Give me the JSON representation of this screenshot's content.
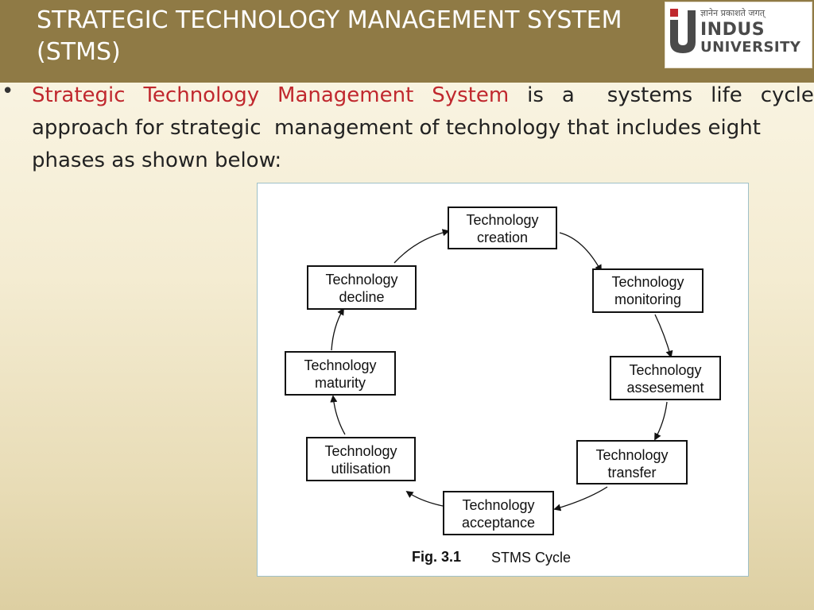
{
  "header": {
    "title_line1": "STRATEGIC TECHNOLOGY  MANAGEMENT SYSTEM",
    "title_line2": "(STMS)"
  },
  "logo": {
    "tagline": "ज्ञानेन प्रकाशते जगत्",
    "name_line1": "INDUS",
    "name_line2": "UNIVERSITY"
  },
  "body": {
    "bullet": "•",
    "highlight": [
      "Strategic",
      "Technology",
      "Management",
      "System"
    ],
    "line1_rest": [
      "is",
      "a",
      "systems",
      "life",
      "cycle"
    ],
    "line2": "approach for strategic  management of technology that includes eight",
    "line3": "phases as shown below:"
  },
  "figure": {
    "phases": [
      {
        "line1": "Technology",
        "line2": "creation"
      },
      {
        "line1": "Technology",
        "line2": "monitoring"
      },
      {
        "line1": "Technology",
        "line2": "assesement"
      },
      {
        "line1": "Technology",
        "line2": "transfer"
      },
      {
        "line1": "Technology",
        "line2": "acceptance"
      },
      {
        "line1": "Technology",
        "line2": "utilisation"
      },
      {
        "line1": "Technology",
        "line2": "maturity"
      },
      {
        "line1": "Technology",
        "line2": "decline"
      }
    ],
    "caption_bold": "Fig. 3.1",
    "caption_text": "STMS Cycle"
  }
}
